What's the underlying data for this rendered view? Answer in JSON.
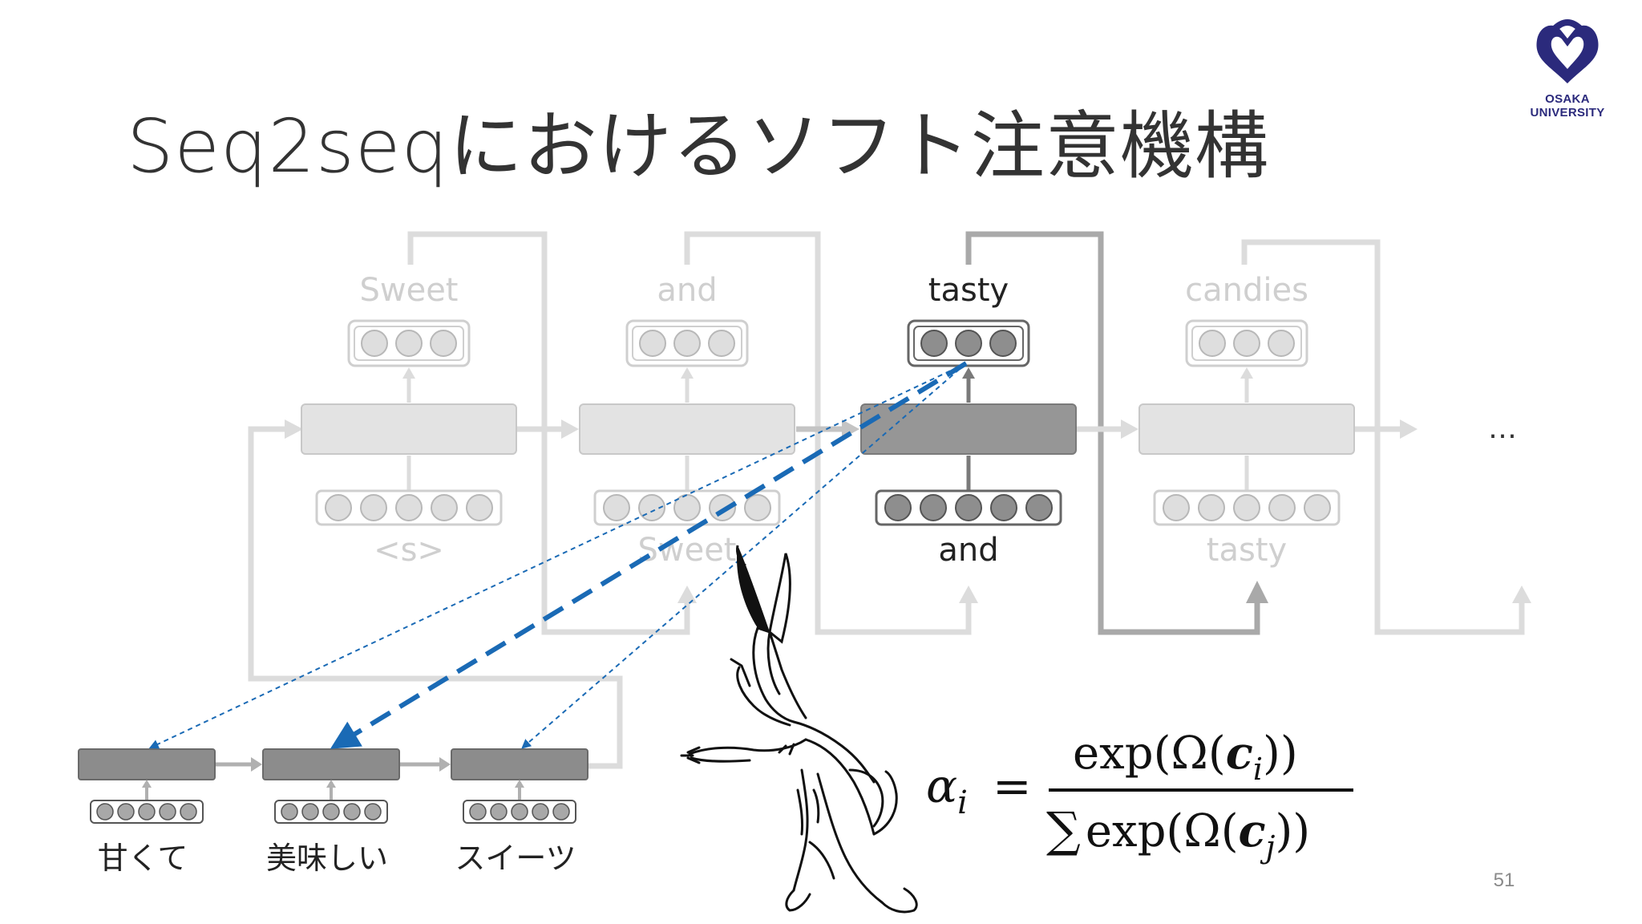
{
  "slide": {
    "title": "Seq2seqにおけるソフト注意機構",
    "page_number": "51"
  },
  "logo": {
    "text": "OSAKA UNIVERSITY",
    "color": "#2b2a7c"
  },
  "decoder": {
    "outputs": [
      "Sweet",
      "and",
      "tasty",
      "candies"
    ],
    "inputs": [
      "<s>",
      "Sweet",
      "and",
      "tasty"
    ],
    "continuation": "…",
    "active_step": 2
  },
  "encoder": {
    "inputs": [
      "甘くて",
      "美味しい",
      "スイーツ"
    ]
  },
  "formula": {
    "lhs_symbol": "α",
    "lhs_subscript": "i",
    "equals": "=",
    "numerator": {
      "func": "exp(Ω(",
      "var": "c",
      "sub": "i",
      "close": "))"
    },
    "denominator": {
      "sum": "∑",
      "func": "exp(Ω(",
      "var": "c",
      "sub": "j",
      "close": "))"
    }
  },
  "colors": {
    "faded_line": "#dcdcdc",
    "faded_box": "#e3e3e3",
    "faded_text": "#cfcfcf",
    "active_box": "#969696",
    "active_line": "#a9a9a9",
    "attention_line": "#1a6ab5",
    "text": "#222222"
  }
}
